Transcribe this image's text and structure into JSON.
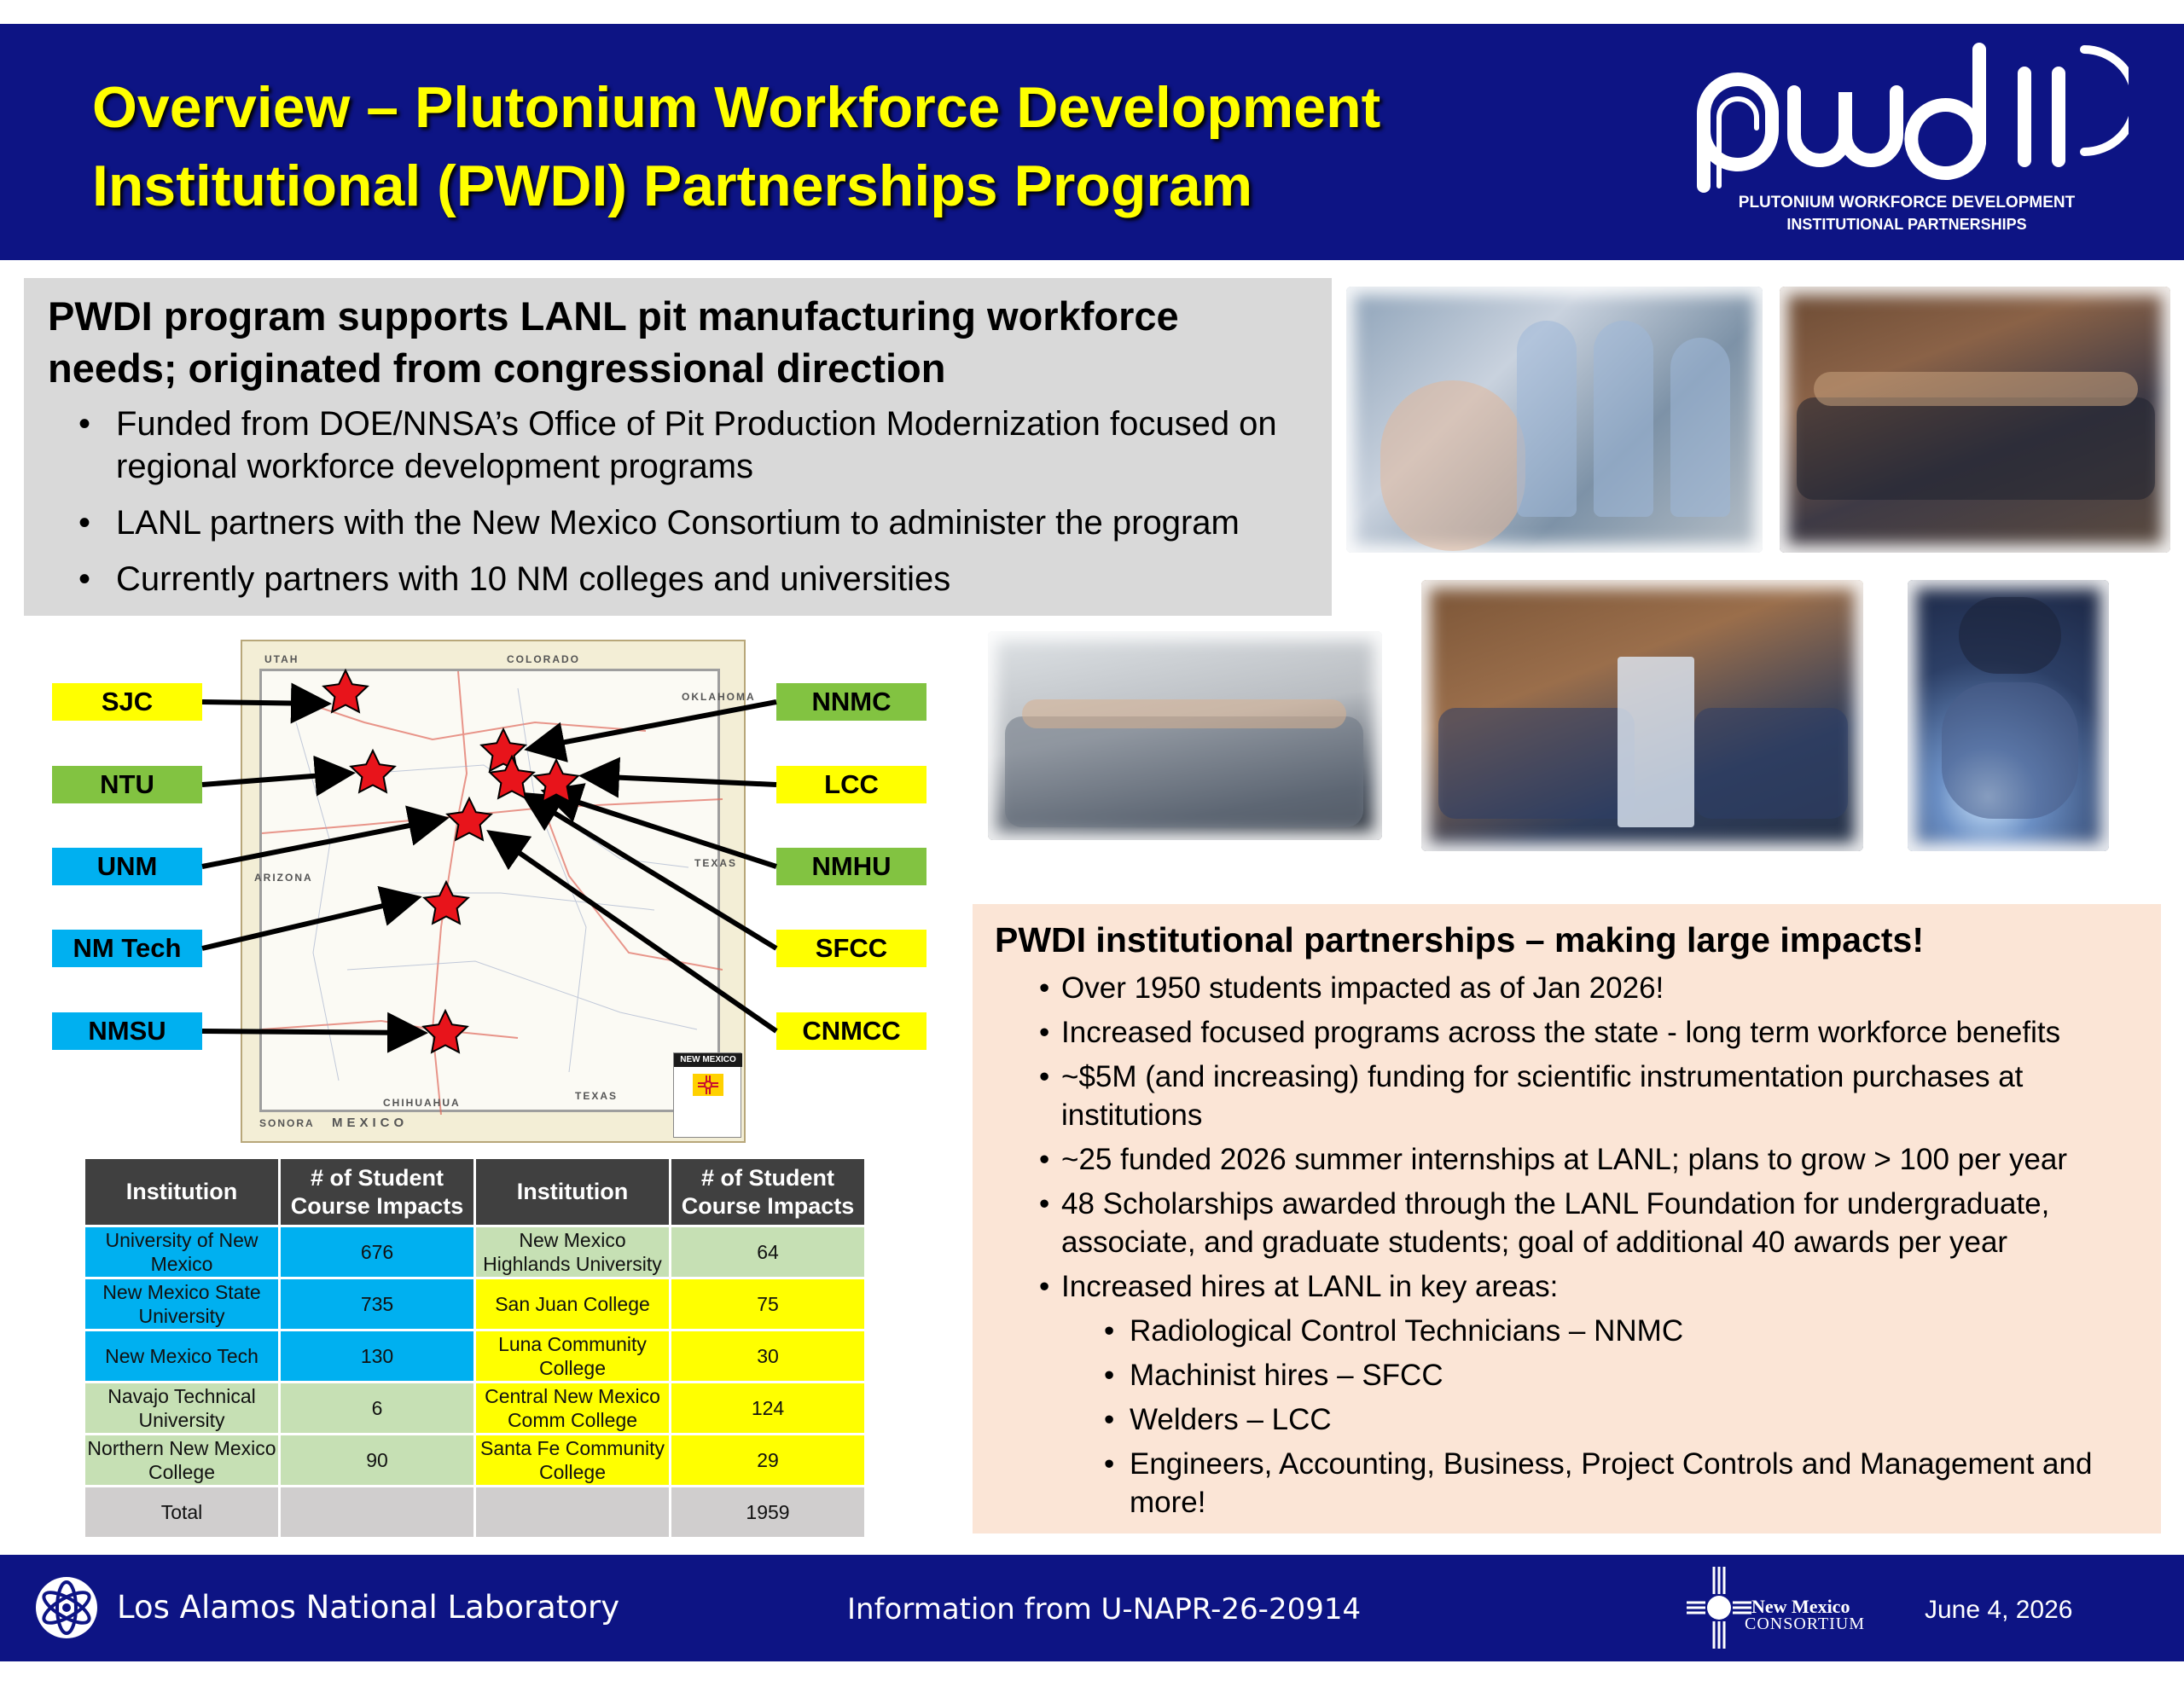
{
  "header": {
    "title_line1": "Overview – Plutonium Workforce Development",
    "title_line2": "Institutional (PWDI) Partnerships Program",
    "logo_text": "pwdi",
    "logo_sub1": "PLUTONIUM WORKFORCE DEVELOPMENT",
    "logo_sub2": "INSTITUTIONAL PARTNERSHIPS"
  },
  "summary": {
    "heading": "PWDI program supports LANL pit manufacturing workforce needs; originated from congressional direction",
    "bullets": [
      "Funded from DOE/NNSA’s Office of Pit Production Modernization focused on regional workforce development programs",
      "LANL partners with the New Mexico Consortium to administer the program",
      "Currently partners with 10 NM colleges and universities"
    ]
  },
  "map": {
    "tags": {
      "sjc": "SJC",
      "ntu": "NTU",
      "unm": "UNM",
      "nmtech": "NM Tech",
      "nmsu": "NMSU",
      "nnmc": "NNMC",
      "lcc": "LCC",
      "nmhu": "NMHU",
      "sfcc": "SFCC",
      "cnmcc": "CNMCC"
    },
    "labels": {
      "utah": "UTAH",
      "colorado": "COLORADO",
      "oklahoma": "OKLAHOMA",
      "arizona": "ARIZONA",
      "texas_east": "TEXAS",
      "texas_south": "TEXAS",
      "chihuahua": "CHIHUAHUA",
      "sonora": "SONORA",
      "mexico": "MEXICO",
      "badge": "NEW MEXICO"
    },
    "colors": {
      "yellow_tag": "#ffff00",
      "green_tag": "#82c341",
      "blue_tag": "#00b0f0",
      "star": "#e8141b"
    }
  },
  "table": {
    "headers": [
      "Institution",
      "# of Student Course Impacts",
      "Institution",
      "# of Student Course Impacts"
    ],
    "rows": [
      {
        "inst1": "University of New Mexico",
        "n1": "676",
        "inst2": "New Mexico Highlands University",
        "n2": "64"
      },
      {
        "inst1": "New Mexico State University",
        "n1": "735",
        "inst2": "San Juan College",
        "n2": "75"
      },
      {
        "inst1": "New Mexico Tech",
        "n1": "130",
        "inst2": "Luna Community College",
        "n2": "30"
      },
      {
        "inst1": "Navajo Technical University",
        "n1": "6",
        "inst2": "Central New Mexico Comm College",
        "n2": "124"
      },
      {
        "inst1": "Northern New Mexico College",
        "n1": "90",
        "inst2": "Santa Fe Community College",
        "n2": "29"
      }
    ],
    "total_label": "Total",
    "total_value": "1959"
  },
  "impacts": {
    "heading": "PWDI institutional partnerships – making large impacts!",
    "bullets": [
      "Over 1950 students impacted as of Jan 2026!",
      "Increased focused programs across the state - long term workforce benefits",
      "~$5M (and increasing) funding for scientific instrumentation purchases at institutions",
      "~25 funded 2026 summer internships at LANL; plans to grow > 100 per year",
      "48 Scholarships awarded through the LANL Foundation for undergraduate, associate, and graduate students; goal of additional 40 awards per year",
      "Increased hires at LANL in key areas:"
    ],
    "sub_bullets": [
      "Radiological Control Technicians – NNMC",
      "Machinist hires – SFCC",
      "Welders – LCC",
      "Engineers, Accounting, Business, Project Controls and Management and more!"
    ]
  },
  "footer": {
    "lab_name": "Los Alamos National Laboratory",
    "info": "Information from U-NAPR-26-20914",
    "nmc_line1": "New Mexico",
    "nmc_line2": "CONSORTIUM",
    "date": "June 4, 2026"
  },
  "colors": {
    "header_bg": "#0d1484",
    "title": "#ffff00",
    "summary_bg": "#d9d9d9",
    "impacts_bg": "#fbe5d6"
  }
}
